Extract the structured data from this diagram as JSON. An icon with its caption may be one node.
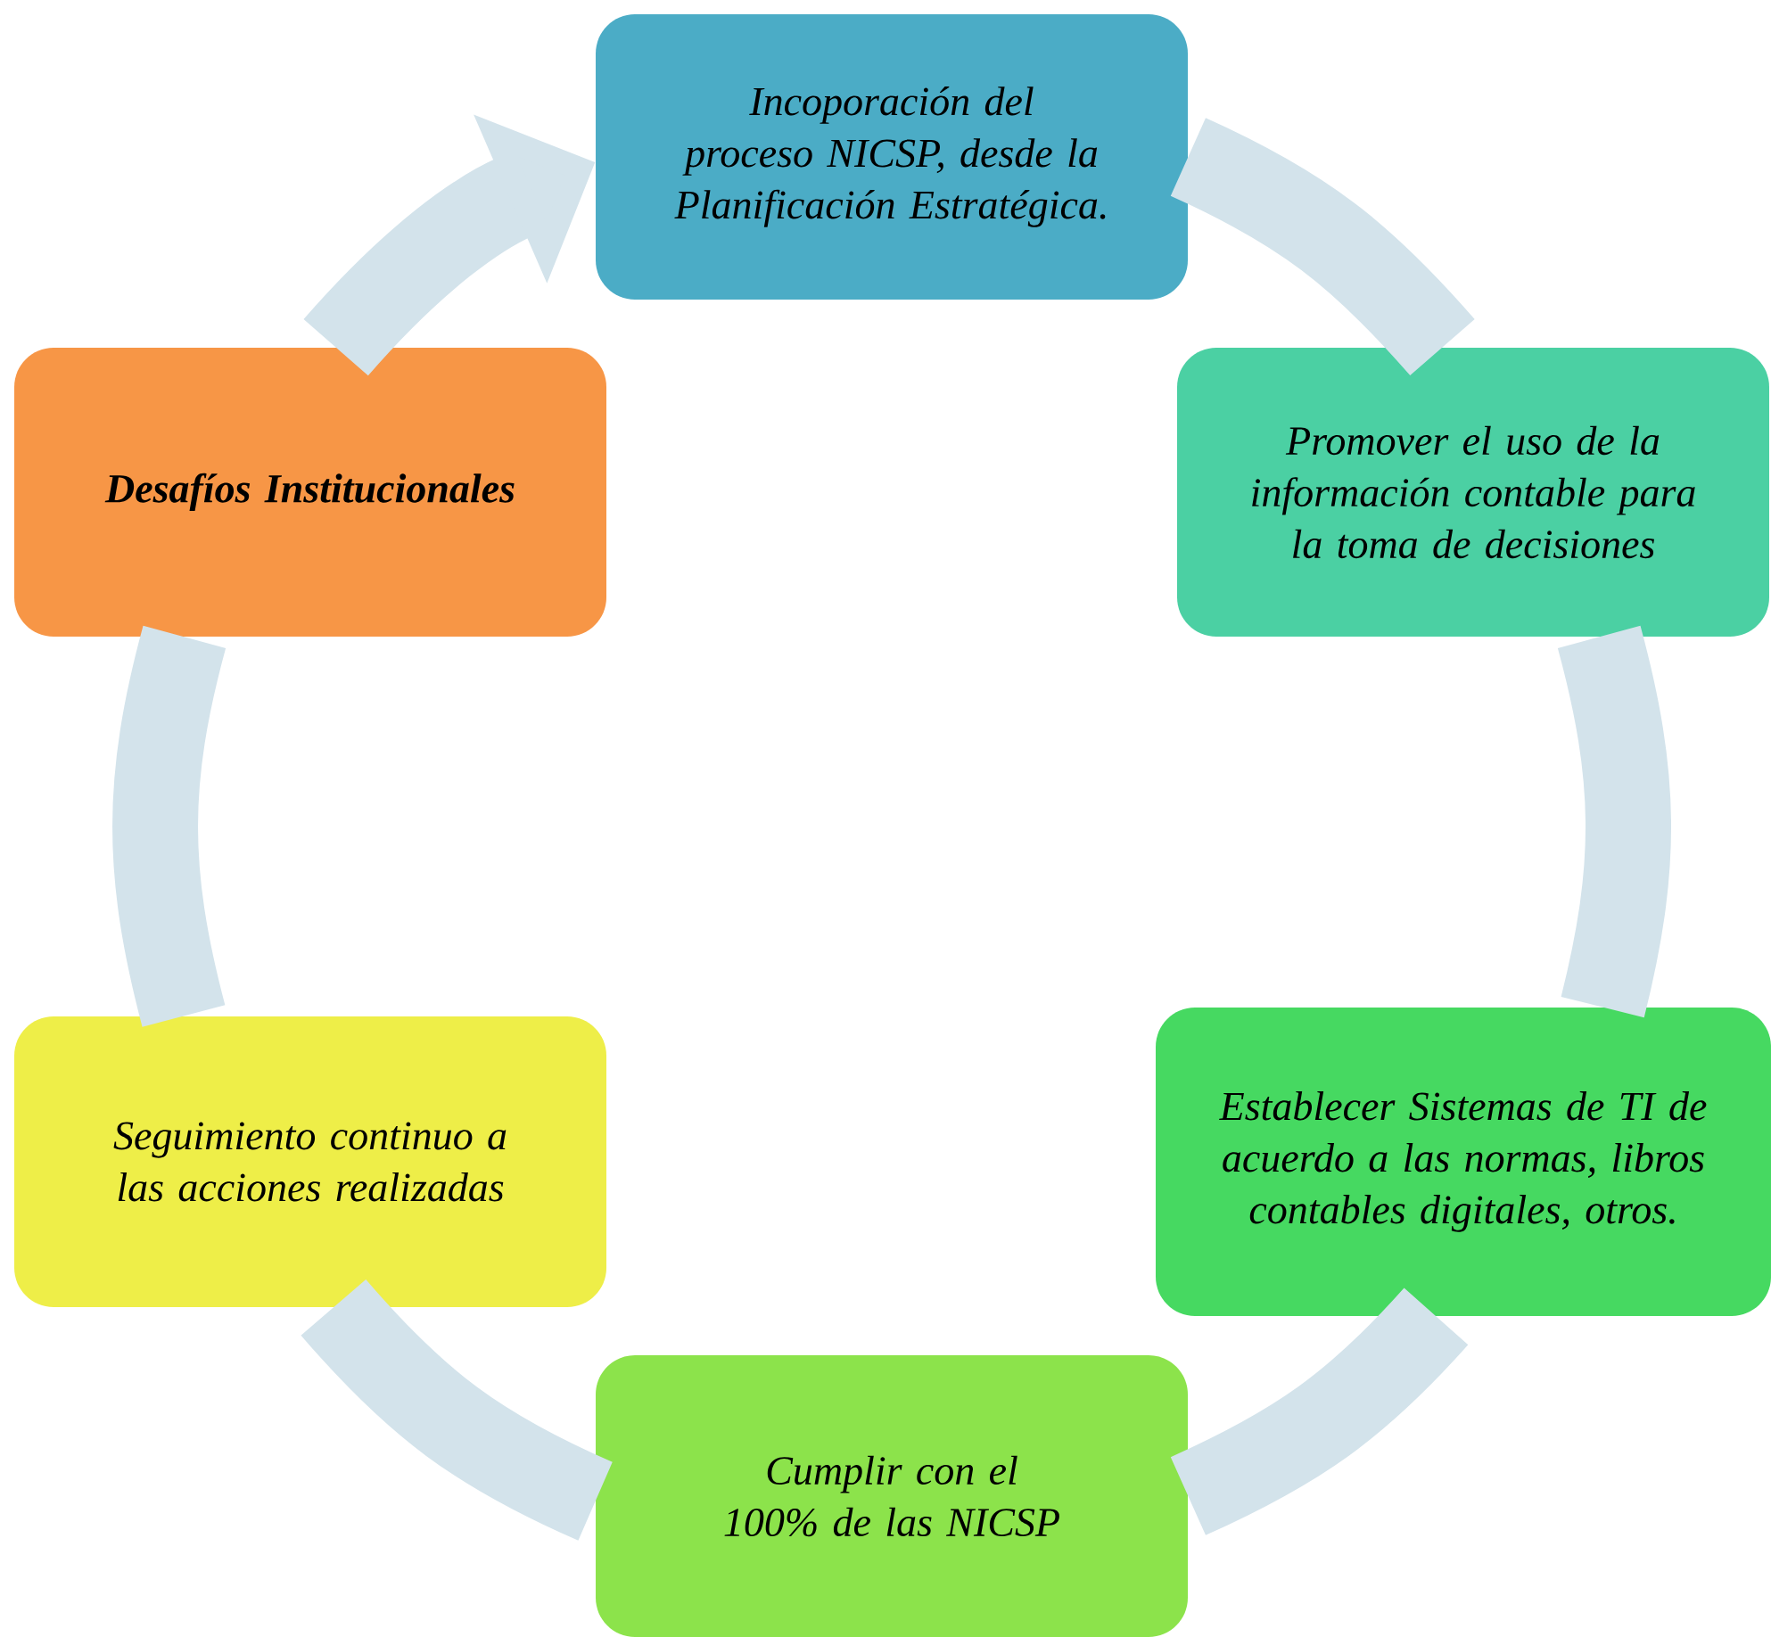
{
  "diagram": {
    "nodes": [
      {
        "text": [
          "Incoporación del proceso NICSP, desde la Planificación Estratégica."
        ]
      },
      {
        "text": [
          "Promover el uso de la información contable para la toma de decisiones"
        ]
      },
      {
        "text": [
          "Establecer Sistemas de TI de acuerdo a las normas, libros contables digitales, otros."
        ]
      },
      {
        "text": [
          "Cumplir con el 100% de las NICSP"
        ]
      },
      {
        "text": [
          "Seguimiento continuo a las acciones realizadas"
        ]
      },
      {
        "text": [
          "Desafíos Institucionales"
        ]
      }
    ],
    "edges": [
      {
        "from": 0,
        "to": 1,
        "arrow": "none"
      },
      {
        "from": 1,
        "to": 2,
        "arrow": "none"
      },
      {
        "from": 2,
        "to": 3,
        "arrow": "none"
      },
      {
        "from": 3,
        "to": 4,
        "arrow": "none"
      },
      {
        "from": 4,
        "to": 5,
        "arrow": "none"
      },
      {
        "from": 5,
        "to": 0,
        "arrow": "to"
      }
    ]
  }
}
